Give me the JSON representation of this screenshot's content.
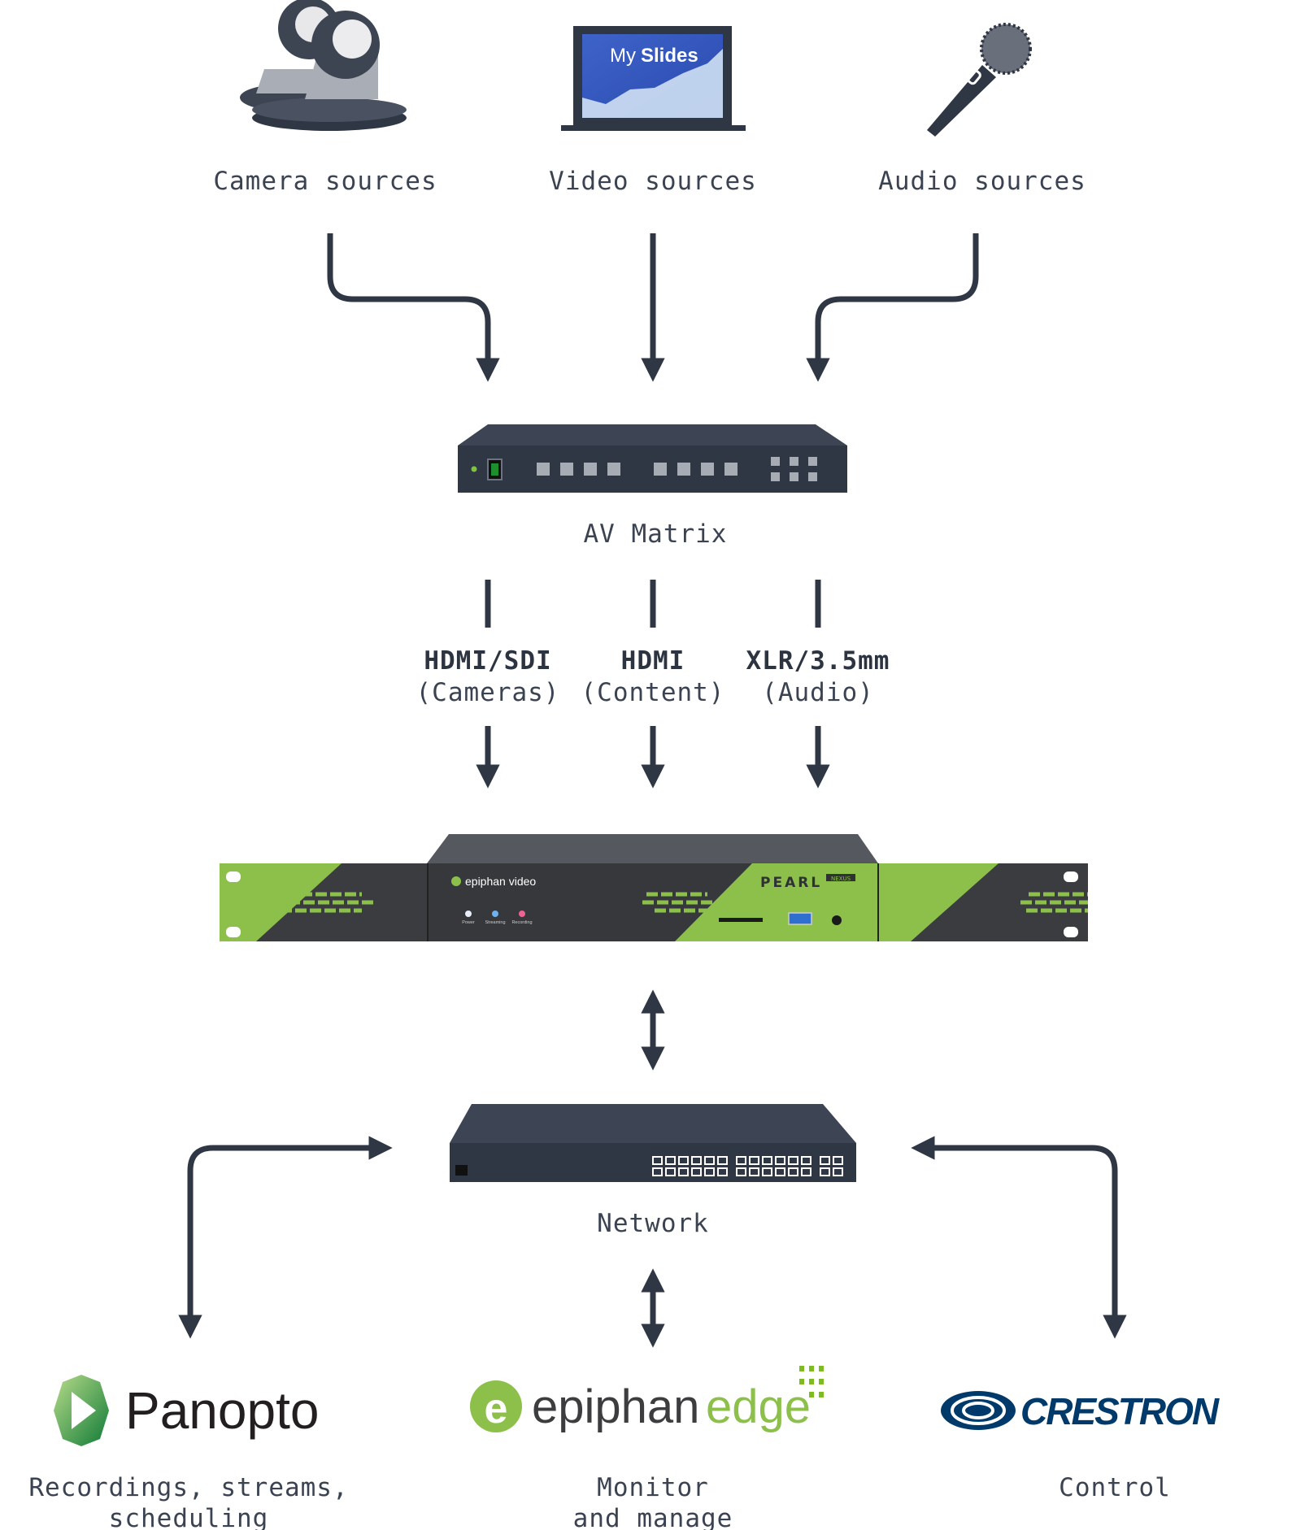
{
  "sources": {
    "camera": "Camera sources",
    "video": "Video sources",
    "audio": "Audio sources",
    "slides_title_a": "My",
    "slides_title_b": "Slides"
  },
  "av_matrix": {
    "label": "AV Matrix"
  },
  "connections": [
    {
      "line1": "HDMI/SDI",
      "line2": "(Cameras)"
    },
    {
      "line1": "HDMI",
      "line2": "(Content)"
    },
    {
      "line1": "XLR/3.5mm",
      "line2": "(Audio)"
    }
  ],
  "pearl": {
    "brand": "epiphan video",
    "model": "PEARL",
    "model_badge": "NEXUS",
    "leds": [
      "Power",
      "Streaming",
      "Recording"
    ]
  },
  "network": {
    "label": "Network"
  },
  "destinations": [
    {
      "logo": "Panopto",
      "caption1": "Recordings, streams,",
      "caption2": "scheduling"
    },
    {
      "logo_a": "epiphan",
      "logo_b": "edge",
      "caption1": "Monitor",
      "caption2": "and manage"
    },
    {
      "logo": "CRESTRON",
      "caption1": "Control"
    }
  ],
  "colors": {
    "arrow": "#2f3644",
    "text": "#3b4352",
    "green": "#8cc04b",
    "panopto": "#1a7a3c",
    "crestron": "#003a6a"
  }
}
